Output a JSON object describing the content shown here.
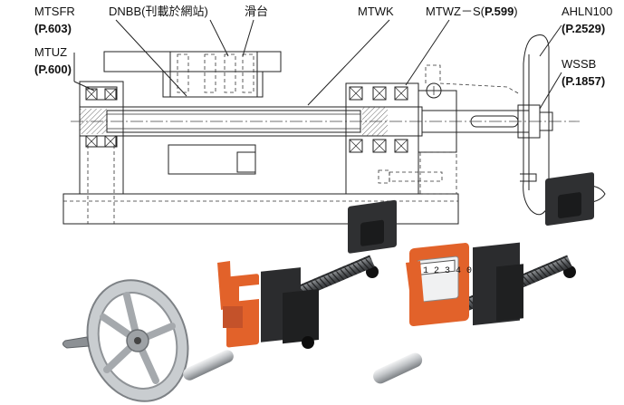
{
  "labels": {
    "mtsfr_name": "MTSFR",
    "mtsfr_ref": "P.603",
    "dnbb_name": "DNBB(刊載於網站)",
    "slide_name": "滑台",
    "mtwk_name": "MTWK",
    "mtwzs_name": "MTWZ－S",
    "mtwzs_ref": "P.599",
    "ahln_name": "AHLN100",
    "ahln_ref": "P.2529",
    "mtuz_name": "MTUZ",
    "mtuz_ref": "P.600",
    "wssb_name": "WSSB",
    "wssb_ref": "P.1857"
  },
  "indicators": {
    "left_digits": "",
    "right_digits": "1 2 3 4 0"
  },
  "colors": {
    "line": "#222222",
    "orange": "#e2622a",
    "black_block": "#2b2b2b",
    "steel": "#b9bcbf"
  }
}
